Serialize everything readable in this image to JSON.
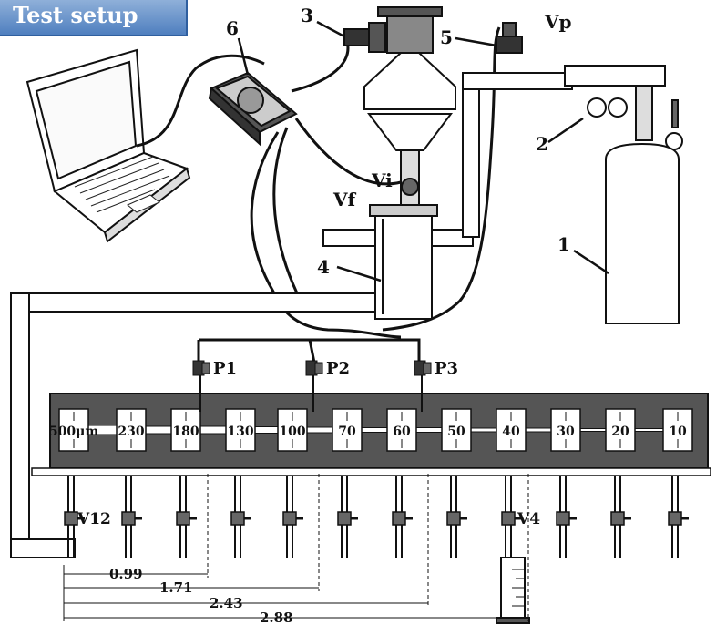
{
  "tag": {
    "label": "Test setup"
  },
  "component_numbers": [
    "1",
    "2",
    "3",
    "4",
    "5",
    "6"
  ],
  "valves": {
    "vp": "Vp",
    "vi": "Vi",
    "vf": "Vf",
    "v12": "V12",
    "v4": "V4"
  },
  "pressure_sensors": [
    "P1",
    "P2",
    "P3"
  ],
  "cells": [
    {
      "label": "500μm"
    },
    {
      "label": "230"
    },
    {
      "label": "180"
    },
    {
      "label": "130"
    },
    {
      "label": "100"
    },
    {
      "label": "70"
    },
    {
      "label": "60"
    },
    {
      "label": "50"
    },
    {
      "label": "40"
    },
    {
      "label": "30"
    },
    {
      "label": "20"
    },
    {
      "label": "10"
    }
  ],
  "distances": [
    "0.99",
    "1.71",
    "2.43",
    "2.88"
  ]
}
